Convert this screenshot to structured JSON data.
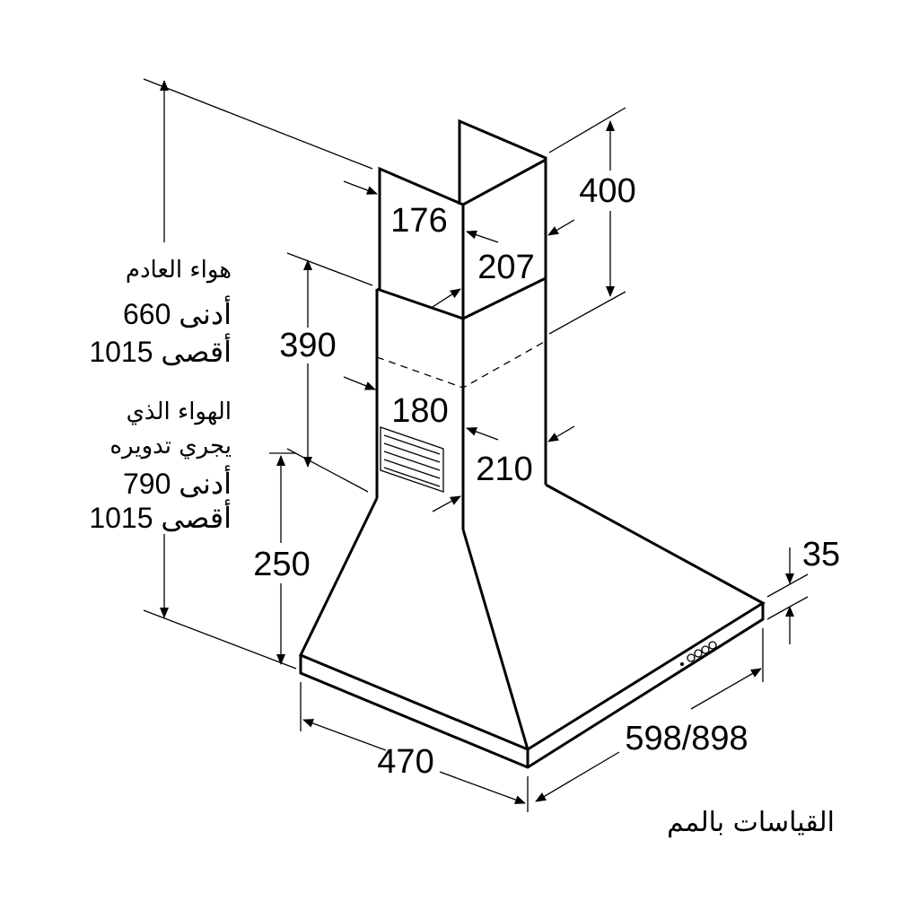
{
  "title": "Chimney hood dimensions",
  "dimensions": {
    "chimney_upper_depth": "176",
    "chimney_upper_width": "207",
    "chimney_lower_height": "390",
    "chimney_lower_depth": "180",
    "chimney_lower_width": "210",
    "chimney_upper_height": "400",
    "hood_height": "250",
    "hood_depth": "470",
    "hood_width": "598/898",
    "hood_thickness": "35"
  },
  "labels": {
    "exhaust_air": [
      "هواء العادم",
      "أدنى 660",
      "أقصى 1015"
    ],
    "recirculation": [
      "الهواء الذي",
      "يجري تدويره",
      "أدنى 790",
      "أقصى 1015"
    ],
    "units": "القياسات بالمم"
  }
}
